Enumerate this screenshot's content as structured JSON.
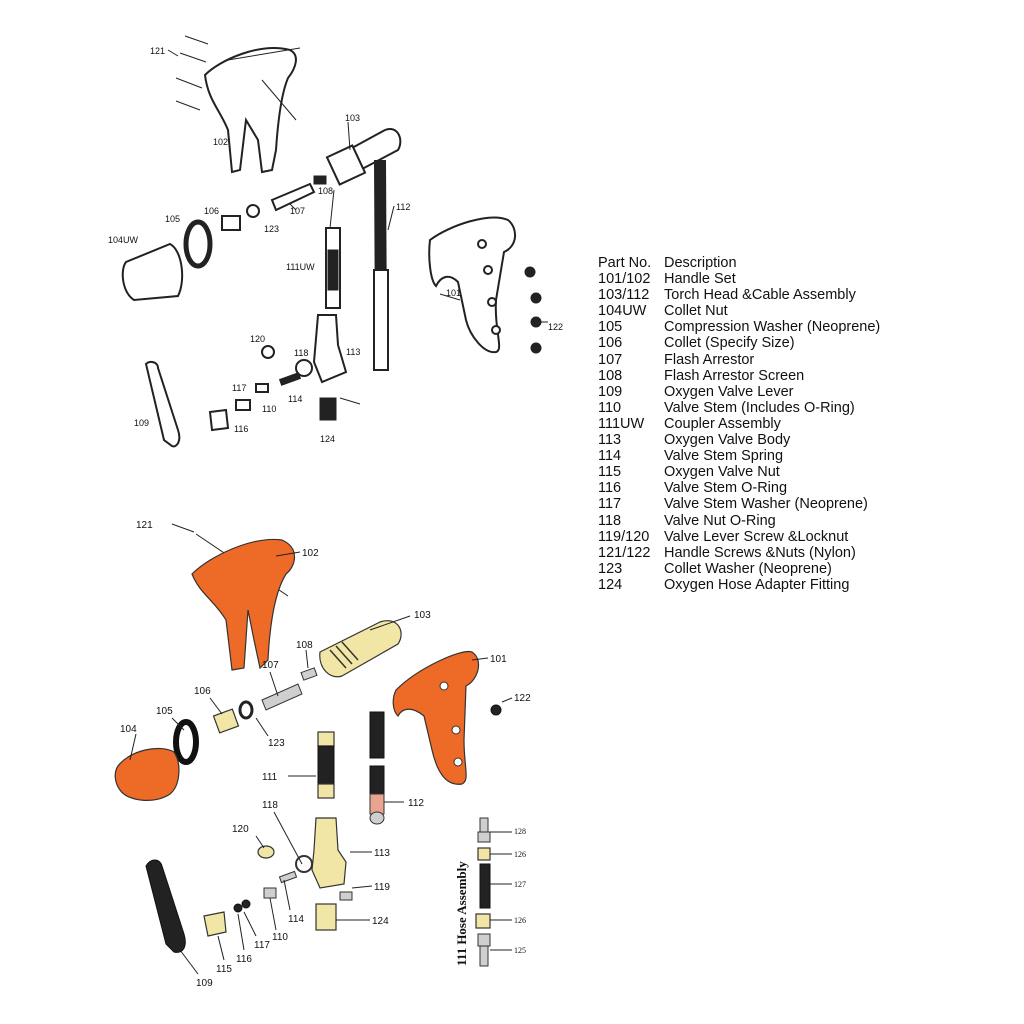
{
  "parts_table": {
    "header": {
      "part_no": "Part No.",
      "description": "Description"
    },
    "rows": [
      {
        "no": "101/102",
        "desc": "Handle Set"
      },
      {
        "no": "103/112",
        "desc": "Torch Head &Cable Assembly"
      },
      {
        "no": "104UW",
        "desc": "Collet Nut"
      },
      {
        "no": "105",
        "desc": "Compression Washer (Neoprene)"
      },
      {
        "no": "106",
        "desc": "Collet (Specify Size)"
      },
      {
        "no": "107",
        "desc": "Flash Arrestor"
      },
      {
        "no": "108",
        "desc": "Flash Arrestor Screen"
      },
      {
        "no": "109",
        "desc": "Oxygen Valve Lever"
      },
      {
        "no": "110",
        "desc": "Valve Stem (Includes O-Ring)"
      },
      {
        "no": "111UW",
        "desc": "Coupler Assembly"
      },
      {
        "no": "113",
        "desc": "Oxygen Valve Body"
      },
      {
        "no": "114",
        "desc": "Valve Stem Spring"
      },
      {
        "no": "115",
        "desc": "Oxygen Valve Nut"
      },
      {
        "no": "116",
        "desc": "Valve Stem O-Ring"
      },
      {
        "no": "117",
        "desc": "Valve Stem Washer (Neoprene)"
      },
      {
        "no": "118",
        "desc": "Valve Nut O-Ring"
      },
      {
        "no": "119/120",
        "desc": "Valve Lever Screw &Locknut"
      },
      {
        "no": "121/122",
        "desc": "Handle Screws &Nuts (Nylon)"
      },
      {
        "no": "123",
        "desc": "Collet Washer (Neoprene)"
      },
      {
        "no": "124",
        "desc": "Oxygen Hose Adapter Fitting"
      }
    ]
  },
  "top_diagram": {
    "callouts": [
      "121",
      "102",
      "103",
      "108",
      "107",
      "112",
      "106",
      "123",
      "105",
      "104UW",
      "111UW",
      "101",
      "122",
      "120",
      "118",
      "113",
      "117",
      "114",
      "109",
      "116",
      "110",
      "124"
    ]
  },
  "bottom_diagram": {
    "callouts": [
      "121",
      "102",
      "103",
      "108",
      "107",
      "101",
      "106",
      "122",
      "105",
      "123",
      "104",
      "111",
      "112",
      "118",
      "120",
      "113",
      "119",
      "114",
      "124",
      "117",
      "110",
      "116",
      "115",
      "109"
    ],
    "hose_assembly": {
      "title": "111 Hose Assembly",
      "callouts": [
        "128",
        "126",
        "127",
        "126",
        "125"
      ]
    }
  },
  "colors": {
    "handle": "#ee6a27",
    "brass": "#f2e6a6",
    "cable": "#222222",
    "fitting": "#e9a48f"
  }
}
